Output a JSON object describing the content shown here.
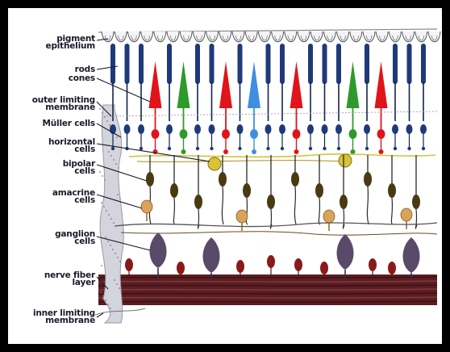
{
  "colors": {
    "background": "#000000",
    "panel": "#ffffff",
    "rod": "#1f3a7a",
    "cone_red": "#e0141a",
    "cone_green": "#2e9a2c",
    "cone_blue": "#3f8ee0",
    "horizontal": "#d8c23a",
    "bipolar": "#4a3a12",
    "amacrine": "#d9a35a",
    "ganglion": "#5a4a6a",
    "ganglion_small": "#8a1a1a",
    "nerve_fiber": "#5a1e22"
  },
  "labels": [
    {
      "id": "pigment-epithelium",
      "text": "pigment\nepithelium"
    },
    {
      "id": "rods",
      "text": "rods"
    },
    {
      "id": "cones",
      "text": "cones"
    },
    {
      "id": "outer-limiting-membrane",
      "text": "outer limiting\nmembrane"
    },
    {
      "id": "muller-cells",
      "text": "Müller cells"
    },
    {
      "id": "horizontal-cells",
      "text": "horizontal\ncells"
    },
    {
      "id": "bipolar-cells",
      "text": "bipolar\ncells"
    },
    {
      "id": "amacrine-cells",
      "text": "amacrine\ncells"
    },
    {
      "id": "ganglion-cells",
      "text": "ganglion\ncells"
    },
    {
      "id": "nerve-fiber-layer",
      "text": "nerve fiber\nlayer"
    },
    {
      "id": "inner-limiting-membrane",
      "text": "inner limiting\nmembrane"
    }
  ]
}
